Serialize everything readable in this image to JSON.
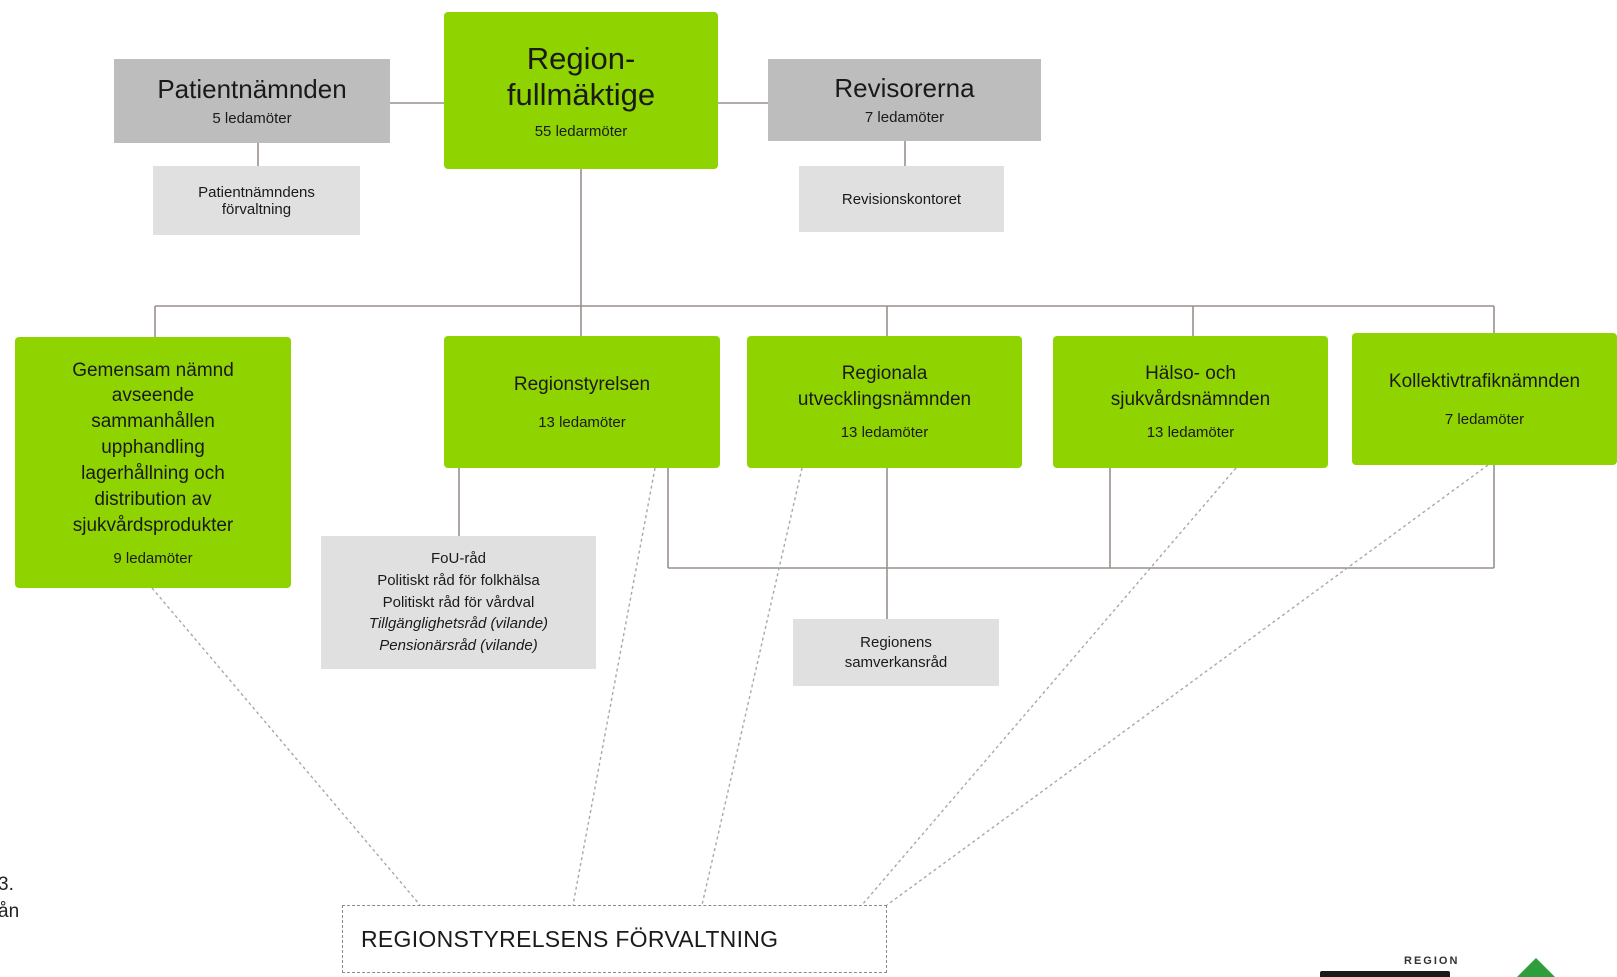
{
  "top": {
    "fullmaktige": {
      "line1": "Region-",
      "line2": "fullmäktige",
      "members": "55 ledarmöter"
    },
    "patientnamnden": {
      "title": "Patientnämnden",
      "members": "5 ledamöter"
    },
    "patient_forvaltning": {
      "line1": "Patientnämndens",
      "line2": "förvaltning"
    },
    "revisorerna": {
      "title": "Revisorerna",
      "members": "7 ledamöter"
    },
    "revisionskontoret": {
      "title": "Revisionskontoret"
    }
  },
  "boards": {
    "gemensam": {
      "lines": [
        "Gemensam nämnd",
        "avseende",
        "sammanhållen",
        "upphandling",
        "lagerhållning och",
        "distribution av",
        "sjukvårdsprodukter"
      ],
      "members": "9 ledamöter"
    },
    "regionstyrelsen": {
      "title": "Regionstyrelsen",
      "members": "13 ledamöter"
    },
    "regionala": {
      "line1": "Regionala",
      "line2": "utvecklingsnämnden",
      "members": "13 ledamöter"
    },
    "halso": {
      "line1": "Hälso- och",
      "line2": "sjukvårdsnämnden",
      "members": "13 ledamöter"
    },
    "kollektiv": {
      "title": "Kollektivtrafiknämnden",
      "members": "7 ledamöter"
    }
  },
  "councils": {
    "fou": {
      "lines": [
        "FoU-råd",
        "Politiskt råd för folkhälsa",
        "Politiskt råd för vårdval"
      ],
      "italic_lines": [
        "Tillgänglighetsråd (vilande)",
        "Pensionärsråd (vilande)"
      ]
    },
    "samverkan": {
      "line1": "Regionens",
      "line2": "samverkansråd"
    }
  },
  "forvaltning": {
    "title": "REGIONSTYRELSENS FÖRVALTNING"
  },
  "edge_text": {
    "line1": "3.",
    "line2": "ån"
  },
  "logo": {
    "text": "REGION"
  },
  "colors": {
    "green": "#8fd400",
    "grey": "#bdbdbd",
    "light_grey": "#e0e0e0",
    "line": "#9a8f8a"
  }
}
